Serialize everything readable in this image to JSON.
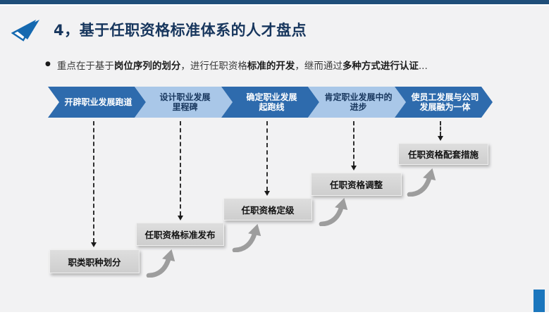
{
  "slide": {
    "title": "4，基于任职资格标准体系的人才盘点",
    "bullet": {
      "marker": "●",
      "segments": [
        {
          "text": "重点在于基于",
          "bold": false
        },
        {
          "text": "岗位序列的划分",
          "bold": true
        },
        {
          "text": "，进行任职资格",
          "bold": false
        },
        {
          "text": "标准的开发",
          "bold": true
        },
        {
          "text": "，继而通过",
          "bold": false
        },
        {
          "text": "多种方式进行认证",
          "bold": true
        },
        {
          "text": "...",
          "bold": false
        }
      ]
    },
    "chevrons": [
      {
        "tone": "dark",
        "label": "开辟职业发展跑道",
        "lines": [
          "开辟职业发展跑道",
          ""
        ]
      },
      {
        "tone": "light",
        "label": "设计职业发展里程碑",
        "lines": [
          "设计职业发展",
          "里程碑"
        ]
      },
      {
        "tone": "dark",
        "label": "确定职业发展起跑线",
        "lines": [
          "确定职业发展",
          "起跑线"
        ]
      },
      {
        "tone": "light",
        "label": "肯定职业发展中的进步",
        "lines": [
          "肯定职业发展中的",
          "进步"
        ]
      },
      {
        "tone": "dark",
        "label": "使员工发展与公司发展融为一体",
        "lines": [
          "使员工发展与公司",
          "发展融为一体"
        ]
      }
    ],
    "steps": [
      {
        "label": "职类职种划分"
      },
      {
        "label": "任职资格标准发布"
      },
      {
        "label": "任职资格定级"
      },
      {
        "label": "任职资格调整"
      },
      {
        "label": "任职资格配套措施"
      }
    ],
    "colors": {
      "top_bar": "#1f4e79",
      "title_text": "#17365d",
      "chevron_dark": "#2e6bad",
      "chevron_light": "#a9c7e8",
      "chevron_dark_text": "#ffffff",
      "chevron_light_text": "#17365d",
      "step_box_bg": "#d9d9d9",
      "swoosh_gray": "#9d9d9d",
      "accent_rect": "#1b76bd",
      "icon_blue": "#1569b0",
      "background": "#f2f2f3"
    }
  }
}
